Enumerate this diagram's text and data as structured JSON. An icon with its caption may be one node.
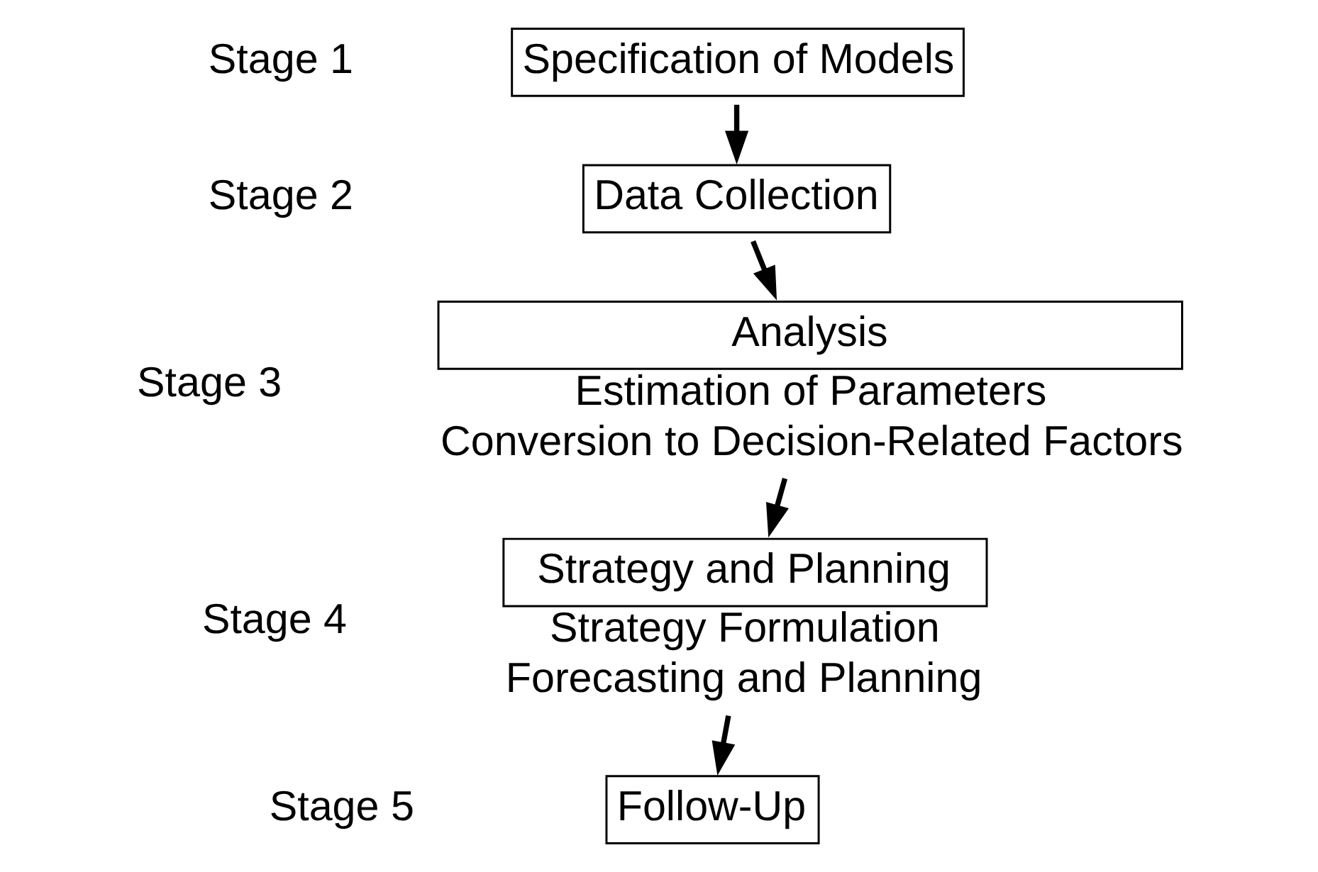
{
  "diagram": {
    "nodes": [
      {
        "text": [
          "Specification of Models"
        ]
      },
      {
        "text": [
          "Data Collection"
        ]
      },
      {
        "text": [
          "Analysis"
        ],
        "beside": [
          "Estimation of Parameters",
          "Conversion to Decision-Related Factors"
        ]
      },
      {
        "text": [
          "Strategy and Planning"
        ],
        "beside": [
          "Strategy Formulation",
          "Forecasting and Planning"
        ]
      },
      {
        "text": [
          "Follow-Up"
        ]
      }
    ],
    "edges": [
      {
        "from": 0,
        "to": 1,
        "arrow": "to"
      },
      {
        "from": 1,
        "to": 2,
        "arrow": "to"
      },
      {
        "from": 2,
        "to": 3,
        "arrow": "to"
      },
      {
        "from": 3,
        "to": 4,
        "arrow": "to"
      }
    ],
    "labels": [
      "Stage 1",
      "Stage 2",
      "Stage 3",
      "Stage 4",
      "Stage 5"
    ]
  }
}
